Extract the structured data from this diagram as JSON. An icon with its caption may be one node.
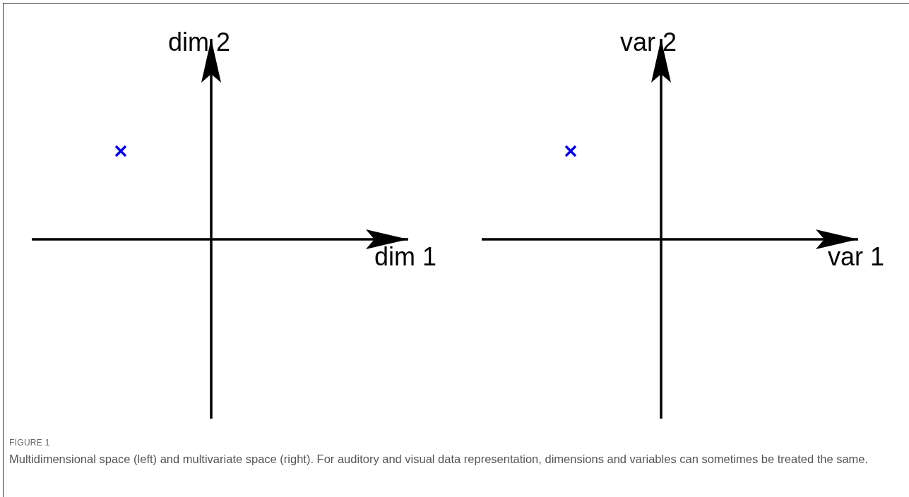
{
  "diagram": {
    "caption": "Multidimensional space (left) and multivariate space (right). For auditory and visual data representation, dimensions and variables can sometimes be treated the same.",
    "labels": [
      "dim 2",
      "dim 1",
      "var 2",
      "var 1",
      "FIGURE 1"
    ]
  }
}
